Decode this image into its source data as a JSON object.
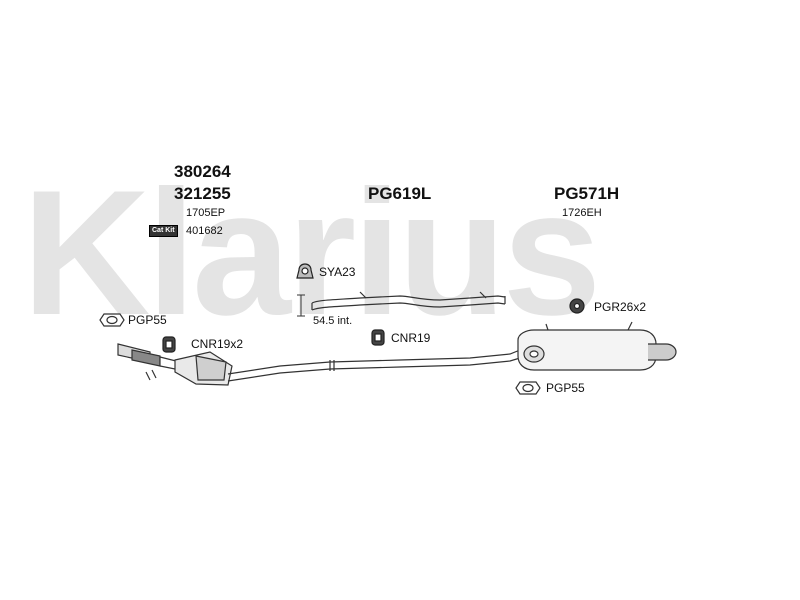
{
  "watermark": "Klarius",
  "catalyst": {
    "code_1": "380264",
    "code_2": "321255",
    "sub_code": "1705EP",
    "cat_kit_badge": "Cat Kit",
    "cat_kit_code": "401682"
  },
  "front_pipe": {
    "code": "PG619L",
    "note": "54.5 int."
  },
  "rear_silencer": {
    "code": "PG571H",
    "sub_code": "1726EH"
  },
  "fittings": {
    "gasket_front": "PGP55",
    "rubber_cat": "CNR19x2",
    "clamp": "SYA23",
    "rubber_mid": "CNR19",
    "rubber_rear": "PGR26x2",
    "gasket_rear": "PGP55"
  }
}
